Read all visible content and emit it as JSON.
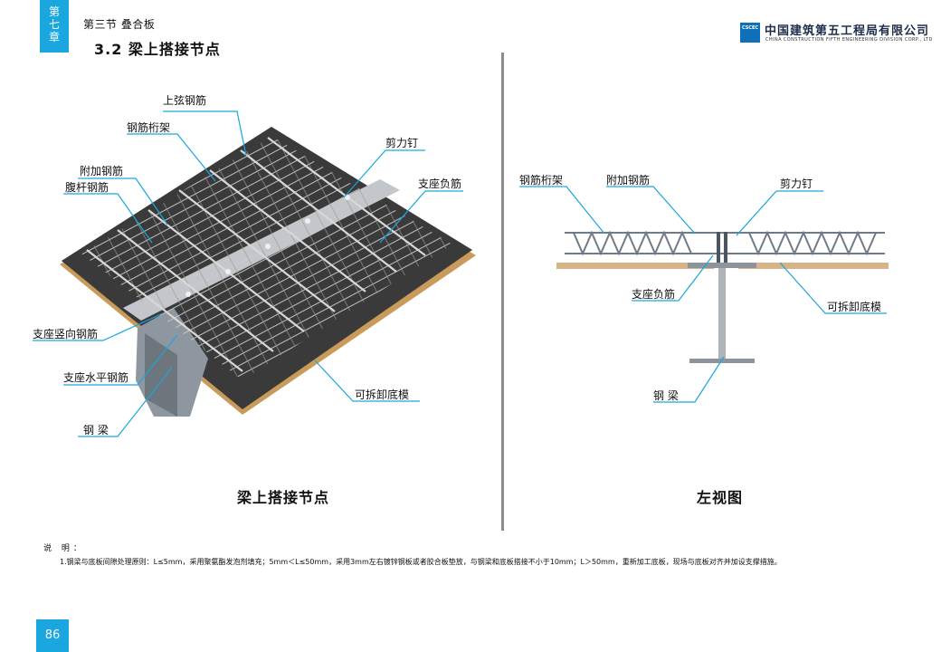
{
  "header": {
    "chapter_char1": "第",
    "chapter_char2": "七",
    "chapter_char3": "章",
    "section": "第三节  叠合板",
    "subtitle": "3.2 梁上搭接节点",
    "logo_text": "CSCEC",
    "company_cn": "中国建筑第五工程局有限公司",
    "company_en": "CHINA CONSTRUCTION FIFTH ENGINEERING DIVISION CORP., LTD"
  },
  "left_figure": {
    "caption": "梁上搭接节点",
    "labels": {
      "top_chord": "上弦钢筋",
      "truss": "钢筋桁架",
      "additional_rebar": "附加钢筋",
      "web_rebar": "腹杆钢筋",
      "shear_stud": "剪力钉",
      "support_negative_rebar": "支座负筋",
      "support_vertical_rebar": "支座竖向钢筋",
      "support_horizontal_rebar": "支座水平钢筋",
      "steel_beam": "钢  梁",
      "removable_bottom_form": "可拆卸底模"
    }
  },
  "right_figure": {
    "caption": "左视图",
    "labels": {
      "truss": "钢筋桁架",
      "additional_rebar": "附加钢筋",
      "shear_stud": "剪力钉",
      "support_negative_rebar": "支座负筋",
      "removable_bottom_form": "可拆卸底模",
      "steel_beam": "钢  梁"
    }
  },
  "notes": {
    "title": "说  明：",
    "item1": "1.钢梁与底板间隙处理原则：L≤5mm，采用聚氨酯发泡剂填充；5mm＜L≤50mm，采用3mm左右镀锌钢板或者胶合板垫放，与钢梁和底板搭接不小于10mm；L＞50mm，重新加工底板，现场与底板对齐并加设支撑措施。"
  },
  "footer": {
    "page_number": "86"
  }
}
